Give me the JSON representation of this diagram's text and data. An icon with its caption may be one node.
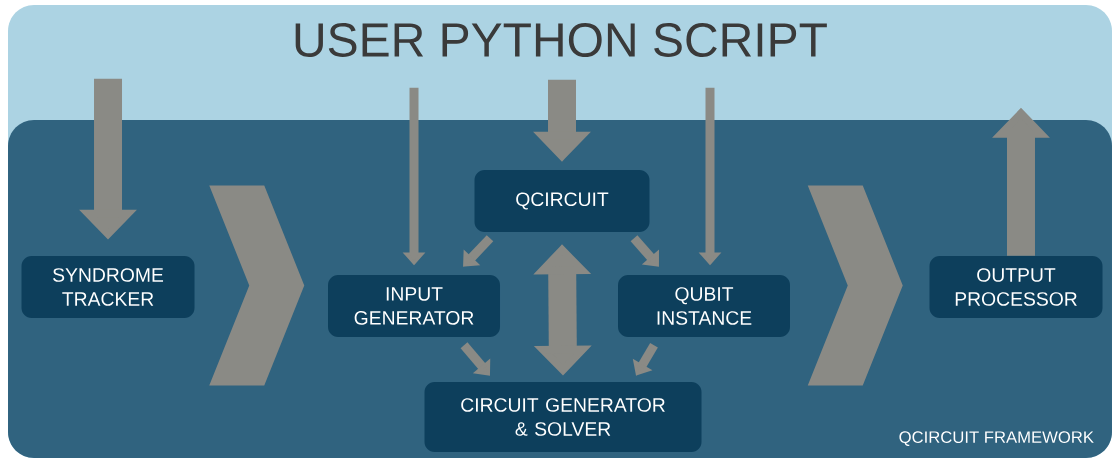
{
  "diagram": {
    "nodes": [
      {
        "text": [
          "USER PYTHON SCRIPT"
        ]
      },
      {
        "text": [
          "QCIRCUIT FRAMEWORK"
        ],
        "in": 0
      },
      {
        "text": [
          "QCIRCUIT"
        ],
        "in": 1
      },
      {
        "text": [
          "SYNDROME TRACKER"
        ],
        "in": 1
      },
      {
        "text": [
          "INPUT GENERATOR"
        ],
        "in": 1
      },
      {
        "text": [
          "QUBIT INSTANCE"
        ],
        "in": 1
      },
      {
        "text": [
          "OUTPUT PROCESSOR"
        ],
        "in": 1
      },
      {
        "text": [
          "CIRCUIT GENERATOR & SOLVER"
        ],
        "in": 1
      }
    ],
    "edges": [
      {
        "from": null,
        "to": 3,
        "arrow": "to",
        "style": "thick"
      },
      {
        "from": null,
        "to": 2,
        "arrow": "to",
        "style": "thick"
      },
      {
        "from": null,
        "to": 4,
        "arrow": "to"
      },
      {
        "from": null,
        "to": 5,
        "arrow": "to"
      },
      {
        "from": 6,
        "to": null,
        "arrow": "to",
        "style": "thick"
      },
      {
        "from": 2,
        "to": 4,
        "arrow": "to"
      },
      {
        "from": 2,
        "to": 5,
        "arrow": "to"
      },
      {
        "from": 2,
        "to": 7,
        "arrow": "both",
        "style": "thick"
      },
      {
        "from": 4,
        "to": 7,
        "arrow": "to"
      },
      {
        "from": 5,
        "to": 7,
        "arrow": "to"
      },
      {
        "from": 3,
        "to": 4,
        "arrow": "to",
        "style": "thick"
      },
      {
        "from": 5,
        "to": 6,
        "arrow": "to",
        "style": "thick"
      }
    ]
  }
}
